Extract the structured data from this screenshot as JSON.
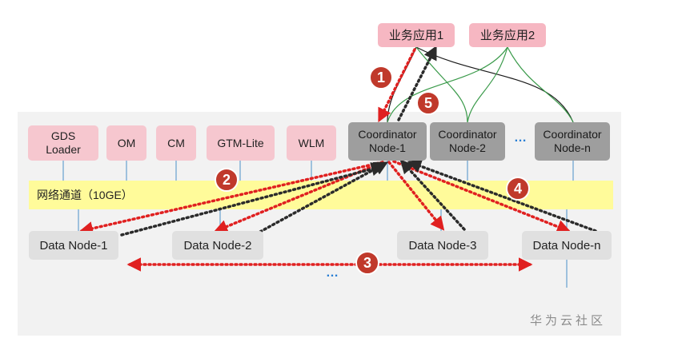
{
  "apps": [
    {
      "label": "业务应用1"
    },
    {
      "label": "业务应用2"
    }
  ],
  "tools": [
    {
      "label": "GDS\nLoader"
    },
    {
      "label": "OM"
    },
    {
      "label": "CM"
    },
    {
      "label": "GTM-Lite"
    },
    {
      "label": "WLM"
    }
  ],
  "coordinators": [
    {
      "label": "Coordinator\nNode-1"
    },
    {
      "label": "Coordinator\nNode-2"
    },
    {
      "label": "Coordinator\nNode-n"
    }
  ],
  "coordinator_ellipsis": "…",
  "network_label": "网络通道（10GE）",
  "data_nodes": [
    {
      "label": "Data Node-1"
    },
    {
      "label": "Data Node-2"
    },
    {
      "label": "Data Node-3"
    },
    {
      "label": "Data Node-n"
    }
  ],
  "data_ellipsis": "…",
  "steps": [
    "1",
    "2",
    "3",
    "4",
    "5"
  ],
  "watermark": "华为云社区",
  "colors": {
    "request_arrow": "#e02020",
    "response_arrow": "#2b2b2b",
    "app_to_coordinator_lines": "#3a9a4a",
    "badge": "#c0392b",
    "ellipsis": "#2a7fd4"
  }
}
